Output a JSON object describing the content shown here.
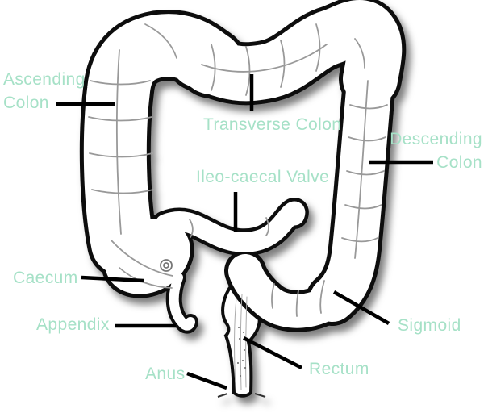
{
  "diagram": {
    "labels": {
      "ascending_colon": "Ascending Colon",
      "transverse_colon": "Transverse Colon",
      "ileo_caecal_valve": "Ileo-caecal Valve",
      "descending_colon": "Descending Colon",
      "caecum": "Caecum",
      "appendix": "Appendix",
      "sigmoid": "Sigmoid",
      "anus": "Anus",
      "rectum": "Rectum"
    },
    "colors": {
      "label_text": "#a6e1c7",
      "leader_line": "#000000",
      "organ_outline": "#111111",
      "organ_fill": "#ffffff",
      "detail_line": "#999999"
    }
  }
}
